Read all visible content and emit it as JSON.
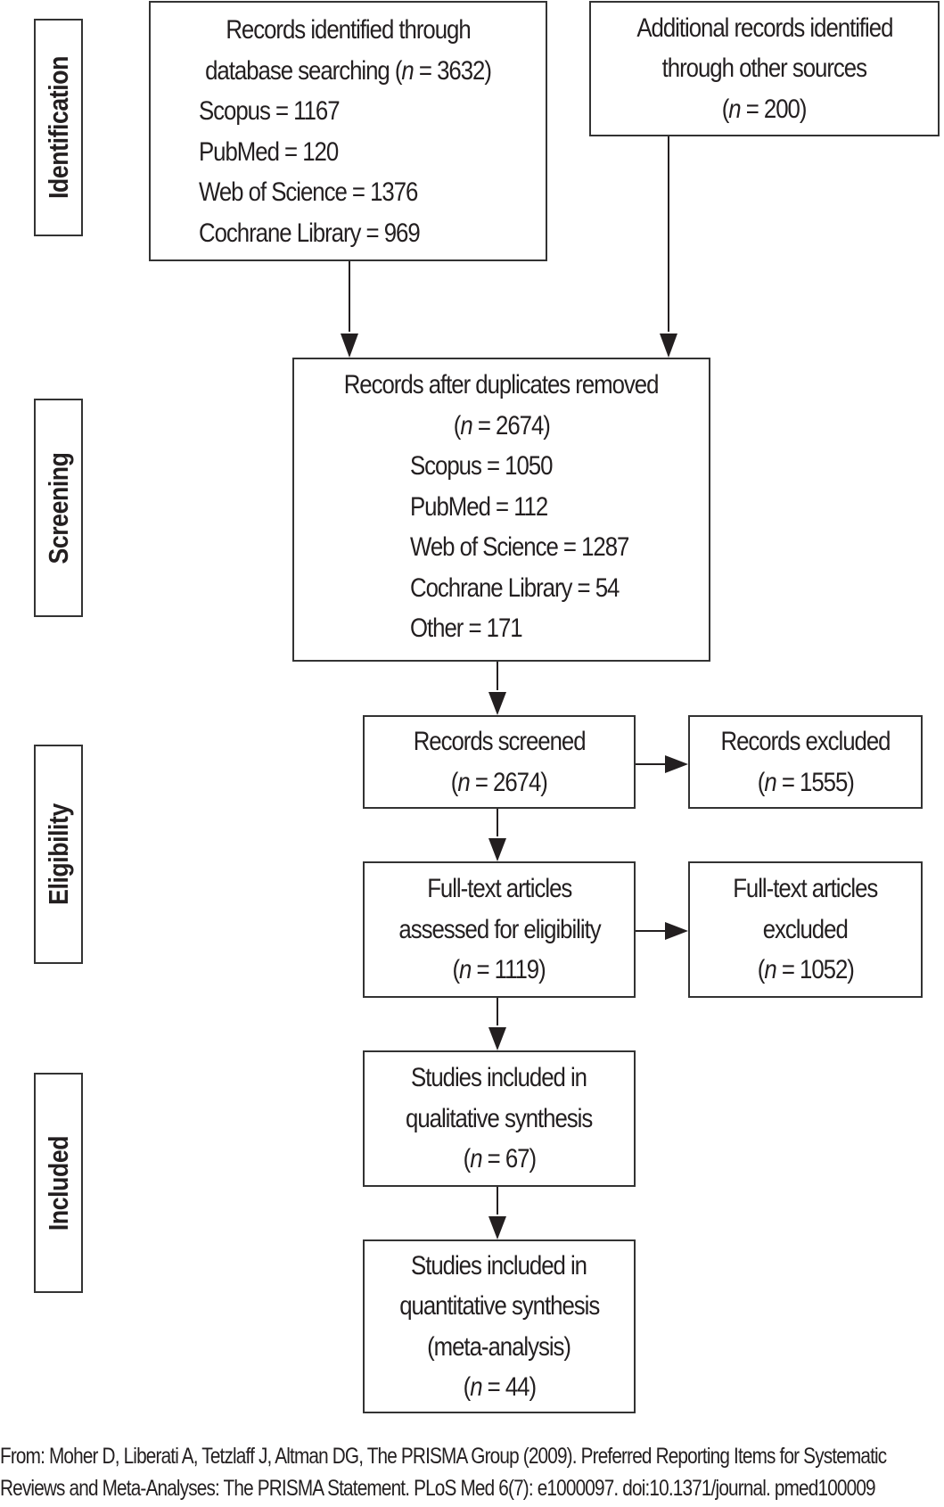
{
  "stages": {
    "identification": "Identification",
    "screening": "Screening",
    "eligibility": "Eligibility",
    "included": "Included"
  },
  "boxes": {
    "database_search": {
      "lines": [
        "Records identified through",
        "database searching (",
        "n",
        " = 3632)"
      ],
      "title_line1": "Records identified through",
      "title_line2_prefix": "database searching (",
      "n_symbol": "n",
      "title_line2_suffix": " = 3632)",
      "sources": [
        {
          "label": "Scopus = 1167"
        },
        {
          "label": "PubMed = 120"
        },
        {
          "label": "Web of Science = 1376"
        },
        {
          "label": "Cochrane Library = 969"
        }
      ]
    },
    "other_sources": {
      "line1": "Additional records identified",
      "line2": "through other sources",
      "n_prefix": "(",
      "n_symbol": "n",
      "n_suffix": " = 200)"
    },
    "duplicates_removed": {
      "line1": "Records after duplicates removed",
      "n_prefix": "(",
      "n_symbol": "n",
      "n_suffix": " = 2674)",
      "sources": [
        {
          "label": "Scopus = 1050"
        },
        {
          "label": "PubMed = 112"
        },
        {
          "label": "Web of Science = 1287"
        },
        {
          "label": "Cochrane Library = 54"
        },
        {
          "label": "Other = 171"
        }
      ]
    },
    "records_screened": {
      "line1": "Records screened",
      "n_prefix": "(",
      "n_symbol": "n",
      "n_suffix": " = 2674)"
    },
    "records_excluded": {
      "line1": "Records excluded",
      "n_prefix": "(",
      "n_symbol": "n",
      "n_suffix": " = 1555)"
    },
    "fulltext_assessed": {
      "line1": "Full-text articles",
      "line2": "assessed for eligibility",
      "n_prefix": "(",
      "n_symbol": "n",
      "n_suffix": " = 1119)"
    },
    "fulltext_excluded": {
      "line1": "Full-text articles",
      "line2": "excluded",
      "n_prefix": "(",
      "n_symbol": "n",
      "n_suffix": " = 1052)"
    },
    "qualitative": {
      "line1": "Studies included in",
      "line2": "qualitative synthesis",
      "n_prefix": "(",
      "n_symbol": "n",
      "n_suffix": " = 67)"
    },
    "quantitative": {
      "line1": "Studies included in",
      "line2": "quantitative synthesis",
      "line3": "(meta-analysis)",
      "n_prefix": "(",
      "n_symbol": "n",
      "n_suffix": " = 44)"
    }
  },
  "footer": {
    "line1": "From: Moher D, Liberati A, Tetzlaff J, Altman DG, The PRISMA Group (2009). Preferred Reporting Items for Systematic",
    "line2": "Reviews and Meta-Analyses: The PRISMA Statement. PLoS Med 6(7): e1000097. doi:10.1371/journal. pmed100009"
  }
}
